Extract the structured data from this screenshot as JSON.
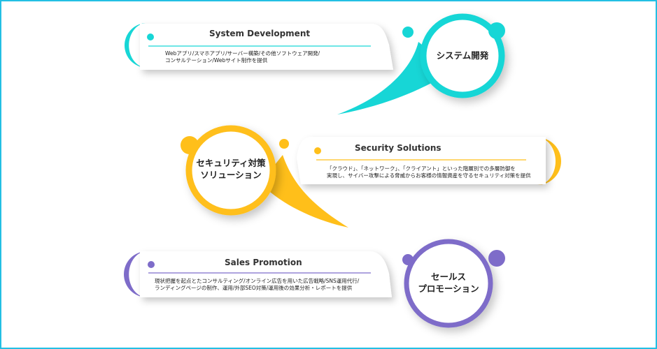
{
  "colors": {
    "frame": "#23bfe3",
    "teal": "#17d6d6",
    "yellow": "#ffbf1a",
    "purple": "#7e6cc9"
  },
  "sections": [
    {
      "title": "System Development",
      "desc_line1": "Webアプリ/スマホアプリ/サーバー構築/その他ソフトウェア開発/",
      "desc_line2": "コンサルテーション/Webサイト制作を提供",
      "circle_line1": "システム開発",
      "circle_line2": ""
    },
    {
      "title": "Security Solutions",
      "desc_line1": "「クラウド」、「ネットワーク」、「クライアント」といった階層別での多層防御を",
      "desc_line2": "実現し、サイバー攻撃による脅威からお客様の情報資産を守るセキュリティ対策を提供",
      "circle_line1": "セキュリティ対策",
      "circle_line2": "ソリューション"
    },
    {
      "title": "Sales Promotion",
      "desc_line1": "現状把握を起点とたコンサルティング/オンライン広告を用いた広告戦略/SNS運用代行/",
      "desc_line2": "ランディングページの制作、運用/外部SEO対策/運用後の効果分析・レポートを提供",
      "circle_line1": "セールス",
      "circle_line2": "プロモーション"
    }
  ]
}
